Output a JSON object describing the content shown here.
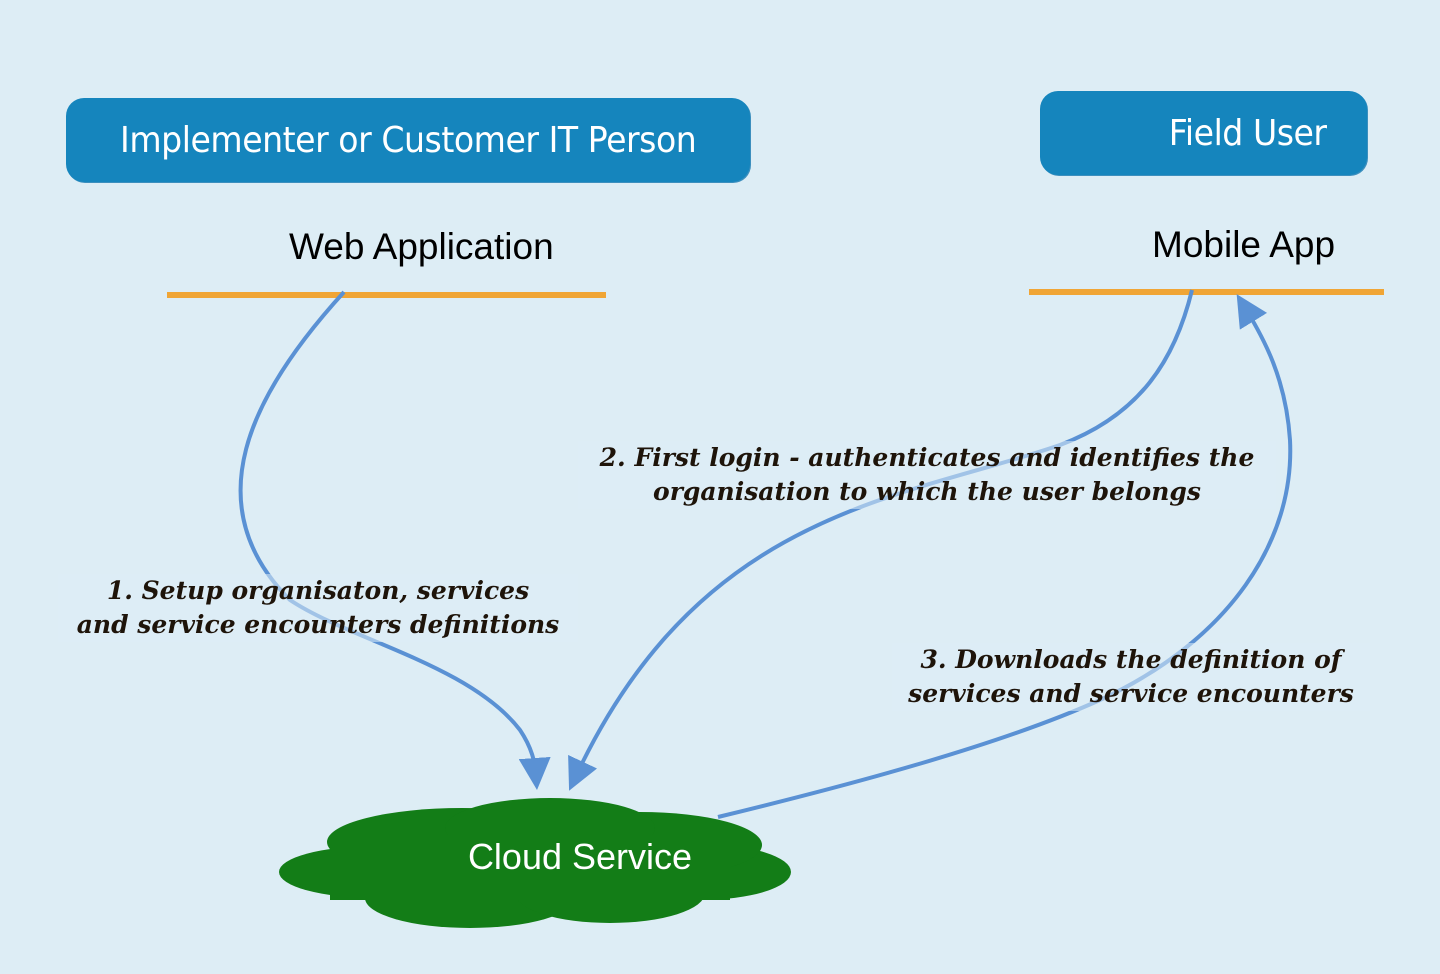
{
  "actors": {
    "implementer": "Implementer or Customer IT Person",
    "field_user": "Field User"
  },
  "systems": {
    "web": "Web Application",
    "mobile": "Mobile App",
    "cloud": "Cloud Service"
  },
  "steps": {
    "step1": [
      "1. Setup organisaton, services",
      "and service encounters definitions"
    ],
    "step2": [
      "2. First login - authenticates and identifies the",
      "organisation to which the user belongs"
    ],
    "step3": [
      "3. Downloads the definition of",
      "services and service encounters"
    ]
  },
  "colors": {
    "background": "#ddedf5",
    "actor_box": "#1585bd",
    "system_line": "#f0a535",
    "arrow": "#5a91d4",
    "cloud": "#137d17",
    "label_text": "#1e140a"
  }
}
